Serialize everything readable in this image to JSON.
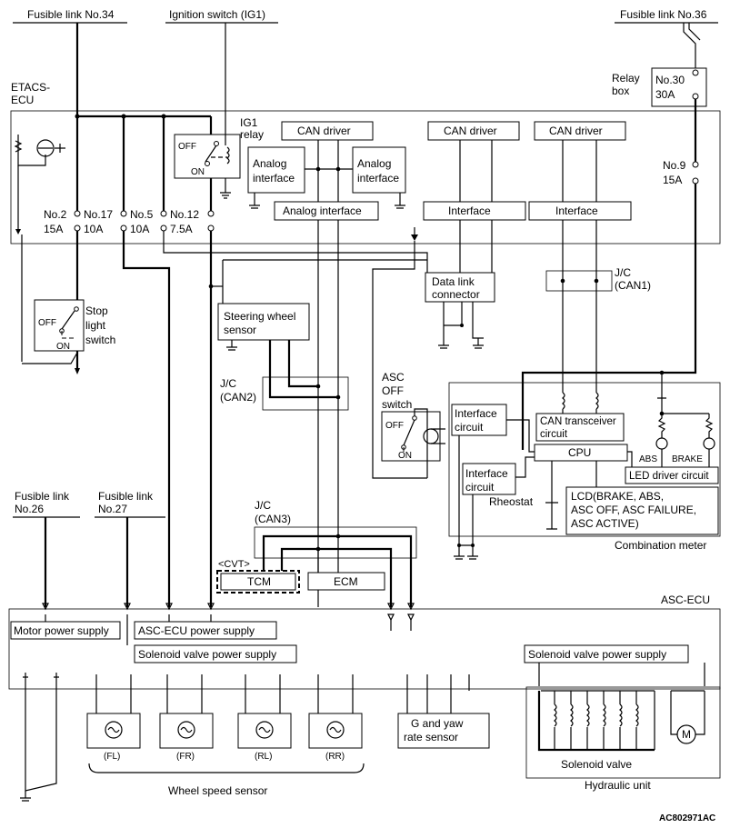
{
  "fusible": {
    "fl34": "Fusible link No.34",
    "fl36": "Fusible link No.36",
    "ig1": "Ignition switch (IG1)",
    "fl26_a": "Fusible link",
    "fl26_b": "No.26",
    "fl27_a": "Fusible link",
    "fl27_b": "No.27"
  },
  "relaybox": {
    "label_a": "Relay",
    "label_b": "box",
    "fuse30_a": "No.30",
    "fuse30_b": "30A",
    "fuse9_a": "No.9",
    "fuse9_b": "15A"
  },
  "etacs": {
    "label_a": "ETACS-",
    "label_b": "ECU",
    "ig1relay_a": "IG1",
    "ig1relay_b": "relay",
    "off": "OFF",
    "on": "ON",
    "can_driver": "CAN driver",
    "analog_if_a": "Analog",
    "analog_if_b": "interface",
    "analog_interface": "Analog interface",
    "interface": "Interface",
    "fuses": [
      {
        "a": "No.2",
        "b": "15A"
      },
      {
        "a": "No.17",
        "b": "10A"
      },
      {
        "a": "No.5",
        "b": "10A"
      },
      {
        "a": "No.12",
        "b": "7.5A"
      }
    ]
  },
  "stop_switch": {
    "a": "Stop",
    "b": "light",
    "c": "switch",
    "off": "OFF",
    "on": "ON"
  },
  "steering": {
    "a": "Steering wheel",
    "b": "sensor"
  },
  "jc_can2": {
    "a": "J/C",
    "b": "(CAN2)"
  },
  "jc_can1": {
    "a": "J/C",
    "b": "(CAN1)"
  },
  "jc_can3": {
    "a": "J/C",
    "b": "(CAN3)"
  },
  "dlc": {
    "a": "Data link",
    "b": "connector"
  },
  "asc_off": {
    "a": "ASC",
    "b": "OFF",
    "c": "switch",
    "off": "OFF",
    "on": "ON"
  },
  "meter": {
    "label": "Combination meter",
    "if1_a": "Interface",
    "if1_b": "circuit",
    "if2_a": "Interface",
    "if2_b": "circuit",
    "can_tr_a": "CAN transceiver",
    "can_tr_b": "circuit",
    "cpu": "CPU",
    "abs": "ABS",
    "brake": "BRAKE",
    "led_driver": "LED driver circuit",
    "rheostat": "Rheostat",
    "lcd_a": "LCD(BRAKE, ABS,",
    "lcd_b": "ASC OFF, ASC FAILURE,",
    "lcd_c": "ASC ACTIVE)"
  },
  "cvt": {
    "tag": "<CVT>",
    "tcm": "TCM",
    "ecm": "ECM"
  },
  "asc": {
    "label": "ASC-ECU",
    "motor_ps": "Motor power supply",
    "ascecu_ps": "ASC-ECU power supply",
    "solenoid_ps": "Solenoid valve power supply",
    "solenoid_ps2": "Solenoid valve power supply"
  },
  "wheel": {
    "fl": "(FL)",
    "fr": "(FR)",
    "rl": "(RL)",
    "rr": "(RR)",
    "label": "Wheel speed sensor"
  },
  "gyaw": {
    "a": "G and yaw",
    "b": "rate sensor"
  },
  "hydraulic": {
    "solenoid": "Solenoid valve",
    "label": "Hydraulic unit",
    "motor": "M"
  },
  "code": "AC802971AC"
}
